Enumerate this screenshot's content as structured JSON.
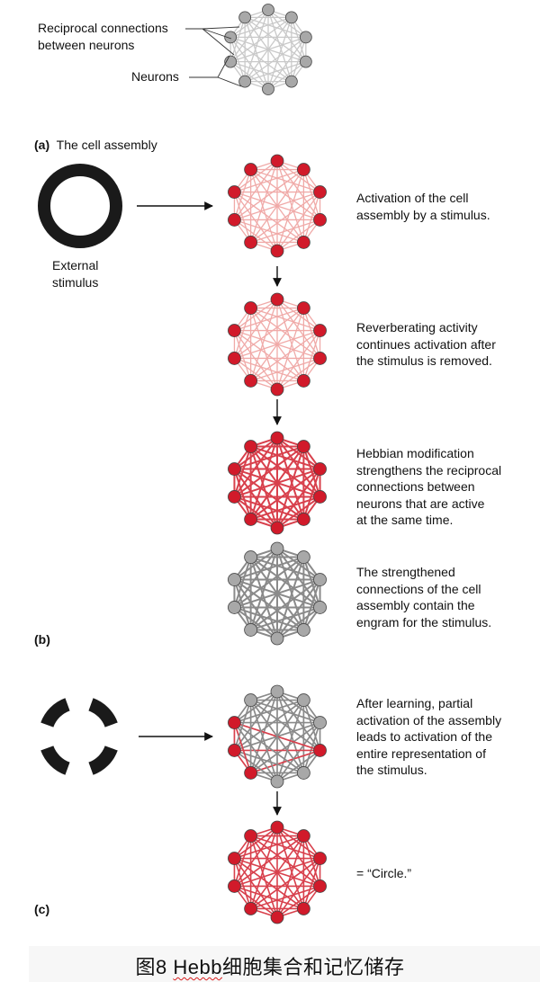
{
  "panel_a": {
    "label": "(a)",
    "title": "The cell assembly",
    "callout_connections": [
      "Reciprocal connections",
      "between neurons"
    ],
    "callout_neurons": "Neurons"
  },
  "panel_b": {
    "label": "(b)",
    "stimulus_label": [
      "External",
      "stimulus"
    ],
    "steps": [
      {
        "text": [
          "Activation of the cell",
          "assembly by a stimulus."
        ],
        "state": "weak-red"
      },
      {
        "text": [
          "Reverberating activity",
          "continues activation after",
          "the stimulus is removed."
        ],
        "state": "weak-red"
      },
      {
        "text": [
          "Hebbian modification",
          "strengthens the reciprocal",
          "connections between",
          "neurons that are active",
          "at the same time."
        ],
        "state": "strong-red"
      },
      {
        "text": [
          "The strengthened",
          "connections of the cell",
          "assembly contain the",
          "engram for the stimulus."
        ],
        "state": "strong-gray"
      }
    ]
  },
  "panel_c": {
    "label": "(c)",
    "steps": [
      {
        "text": [
          "After learning, partial",
          "activation of the assembly",
          "leads to activation of the",
          "entire representation of",
          "the stimulus."
        ],
        "state": "partial"
      },
      {
        "text": [
          "= “Circle.”"
        ],
        "state": "full-red"
      }
    ]
  },
  "caption": {
    "prefix": "图8 ",
    "underlined": "Hebb",
    "suffix": "细胞集合和记忆储存"
  },
  "colors": {
    "neuron_red": "#d11a2a",
    "neuron_gray": "#a8a8a8",
    "edge_light_gray": "#c9c9c9",
    "edge_pink": "#f0aaa8",
    "edge_red": "#d8404c",
    "edge_dark_gray": "#8a8a8a",
    "stimulus_ring": "#1a1a1a"
  }
}
